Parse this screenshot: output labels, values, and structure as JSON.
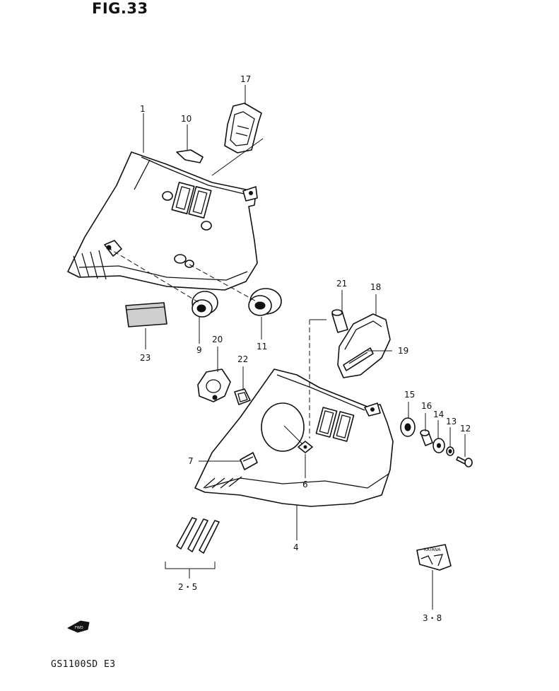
{
  "figure_title": "FIG.33",
  "model_code": "GS1100SD  E3",
  "callouts": {
    "c1": "1",
    "c2_5": "2・5",
    "c3_8": "3・8",
    "c4": "4",
    "c6": "6",
    "c7": "7",
    "c9": "9",
    "c10": "10",
    "c11": "11",
    "c12": "12",
    "c13": "13",
    "c14": "14",
    "c15": "15",
    "c16": "16",
    "c17": "17",
    "c18": "18",
    "c19": "19",
    "c20": "20",
    "c21": "21",
    "c22": "22",
    "c23": "23"
  },
  "emblem_text": "KATANA",
  "fwd_text": "FWD"
}
